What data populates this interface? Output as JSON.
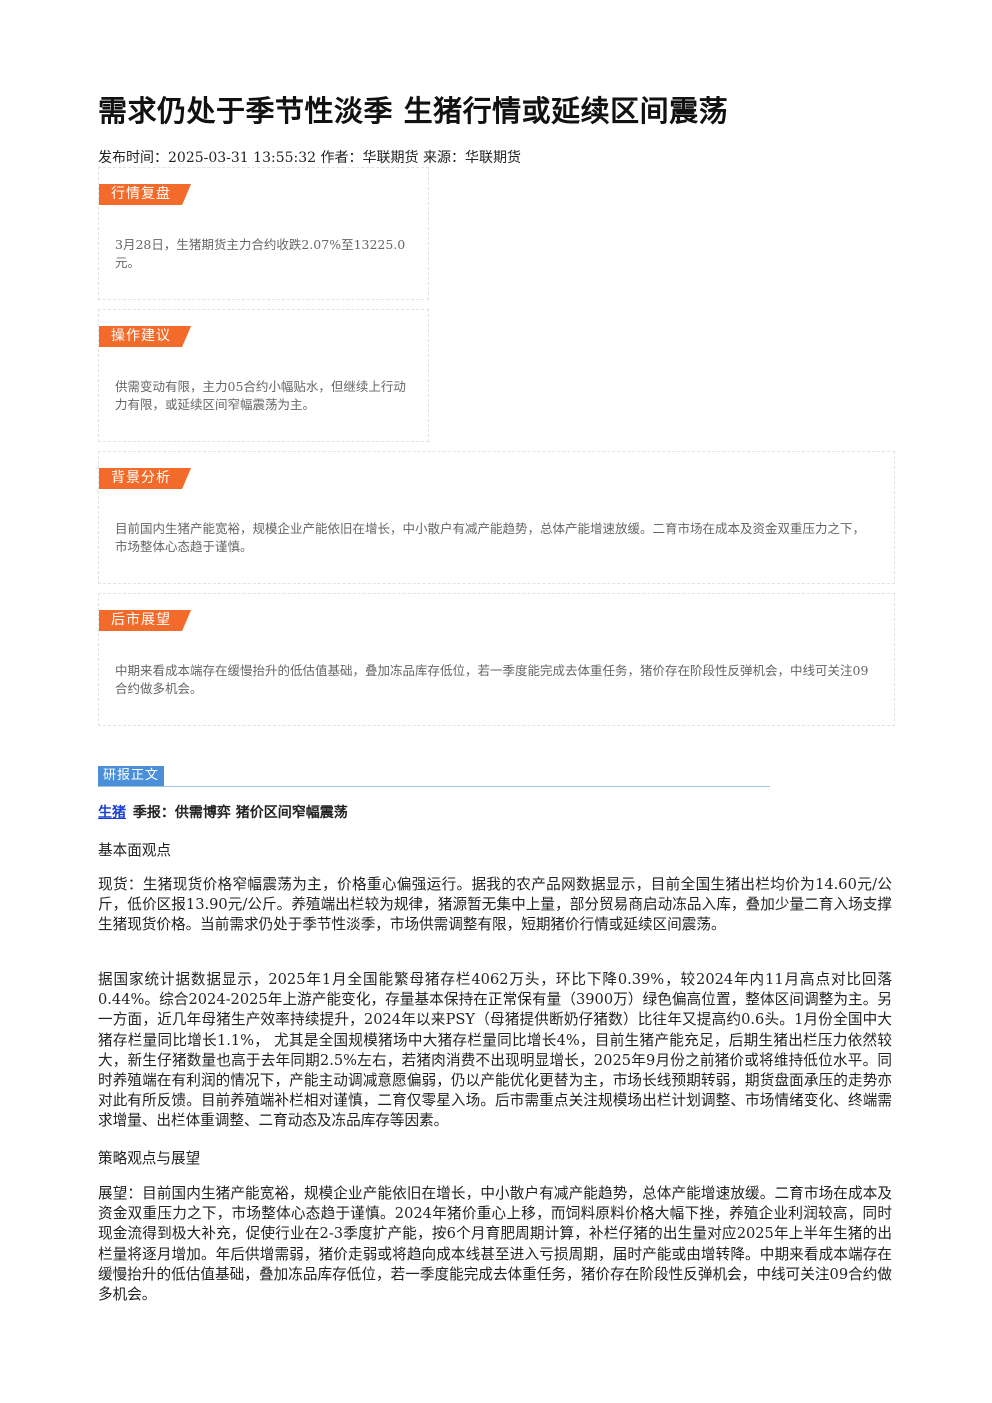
{
  "article": {
    "title": "需求仍处于季节性淡季 生猪行情或延续区间震荡",
    "meta": "发布时间：2025-03-31 13:55:32 作者：华联期货 来源：华联期货"
  },
  "summary_boxes": [
    {
      "tag": "行情复盘",
      "text": "3月28日，生猪期货主力合约收跌2.07%至13225.0元。"
    },
    {
      "tag": "操作建议",
      "text": "供需变动有限，主力05合约小幅贴水，但继续上行动力有限，或延续区间窄幅震荡为主。"
    },
    {
      "tag": "背景分析",
      "text": "目前国内生猪产能宽裕，规模企业产能依旧在增长，中小散户有减产能趋势，总体产能增速放缓。二育市场在成本及资金双重压力之下，市场整体心态趋于谨慎。"
    },
    {
      "tag": "后市展望",
      "text": "中期来看成本端存在缓慢抬升的低估值基础，叠加冻品库存低位，若一季度能完成去体重任务，猪价存在阶段性反弹机会，中线可关注09合约做多机会。"
    }
  ],
  "report": {
    "section_label": "研报正文",
    "subtitle_link": "生猪",
    "subtitle_rest": "季报：供需博弈 猪价区间窄幅震荡",
    "heading1": "基本面观点",
    "para1": "现货：生猪现货价格窄幅震荡为主，价格重心偏强运行。据我的农产品网数据显示，目前全国生猪出栏均价为14.60元/公斤，低价区报13.90元/公斤。养殖端出栏较为规律，猪源暂无集中上量，部分贸易商启动冻品入库，叠加少量二育入场支撑生猪现货价格。当前需求仍处于季节性淡季，市场供需调整有限，短期猪价行情或延续区间震荡。",
    "para2": "据国家统计据数据显示，2025年1月全国能繁母猪存栏4062万头，环比下降0.39%，较2024年内11月高点对比回落0.44%。综合2024-2025年上游产能变化，存量基本保持在正常保有量（3900万）绿色偏高位置，整体区间调整为主。另一方面，近几年母猪生产效率持续提升，2024年以来PSY（母猪提供断奶仔猪数）比往年又提高约0.6头。1月份全国中大猪存栏量同比增长1.1%， 尤其是全国规模猪场中大猪存栏量同比增长4%，目前生猪产能充足，后期生猪出栏压力依然较大，新生仔猪数量也高于去年同期2.5%左右，若猪肉消费不出现明显增长，2025年9月份之前猪价或将维持低位水平。同时养殖端在有利润的情况下，产能主动调减意愿偏弱，仍以产能优化更替为主，市场长线预期转弱，期货盘面承压的走势亦对此有所反馈。目前养殖端补栏相对谨慎，二育仅零星入场。后市需重点关注规模场出栏计划调整、市场情绪变化、终端需求增量、出栏体重调整、二育动态及冻品库存等因素。",
    "heading2": "策略观点与展望",
    "para3": "展望：目前国内生猪产能宽裕，规模企业产能依旧在增长，中小散户有减产能趋势，总体产能增速放缓。二育市场在成本及资金双重压力之下，市场整体心态趋于谨慎。2024年猪价重心上移，而饲料原料价格大幅下挫，养殖企业利润较高，同时现金流得到极大补充，促使行业在2-3季度扩产能，按6个月育肥周期计算，补栏仔猪的出生量对应2025年上半年生猪的出栏量将逐月增加。年后供增需弱，猪价走弱或将趋向成本线甚至进入亏损周期，届时产能或由增转降。中期来看成本端存在缓慢抬升的低估值基础，叠加冻品库存低位，若一季度能完成去体重任务，猪价存在阶段性反弹机会，中线可关注09合约做多机会。"
  }
}
